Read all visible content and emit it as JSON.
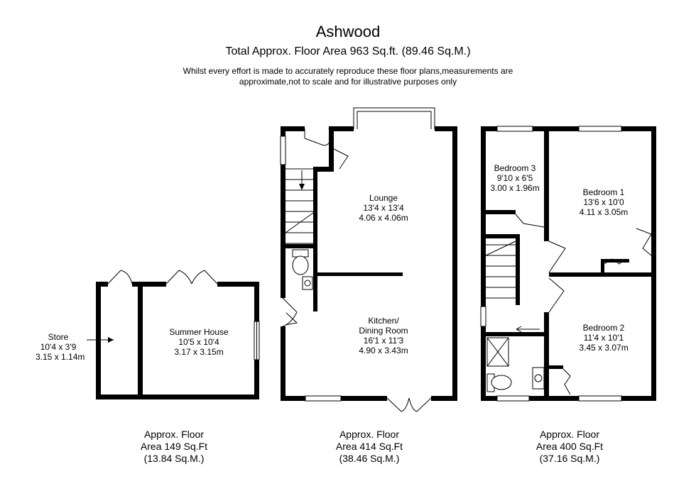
{
  "header": {
    "title": "Ashwood",
    "subtitle": "Total Approx. Floor Area 963 Sq.ft. (89.46 Sq.M.)",
    "disclaimer_line1": "Whilst every effort is made to accurately reproduce these floor plans,measurements are",
    "disclaimer_line2": "approximate,not to scale and for illustrative purposes only"
  },
  "outbuilding": {
    "store": {
      "name": "Store",
      "imperial": "10'4 x 3'9",
      "metric": "3.15 x 1.14m"
    },
    "summer_house": {
      "name": "Summer House",
      "imperial": "10'5 x 10'4",
      "metric": "3.17 x 3.15m"
    },
    "area": {
      "line1": "Approx. Floor",
      "line2": "Area 149 Sq.Ft",
      "line3": "(13.84 Sq.M.)"
    }
  },
  "ground_floor": {
    "lounge": {
      "name": "Lounge",
      "imperial": "13'4 x 13'4",
      "metric": "4.06 x 4.06m"
    },
    "kitchen": {
      "name_line1": "Kitchen/",
      "name_line2": "Dining Room",
      "imperial": "16'1 x 11'3",
      "metric": "4.90 x 3.43m"
    },
    "area": {
      "line1": "Approx. Floor",
      "line2": "Area 414 Sq.Ft",
      "line3": "(38.46 Sq.M.)"
    }
  },
  "first_floor": {
    "bedroom3": {
      "name": "Bedroom 3",
      "imperial": "9'10 x 6'5",
      "metric": "3.00 x 1.96m"
    },
    "bedroom1": {
      "name": "Bedroom 1",
      "imperial": "13'6 x 10'0",
      "metric": "4.11 x 3.05m"
    },
    "bedroom2": {
      "name": "Bedroom 2",
      "imperial": "11'4 x 10'1",
      "metric": "3.45 x 3.07m"
    },
    "area": {
      "line1": "Approx. Floor",
      "line2": "Area 400 Sq.Ft",
      "line3": "(37.16 Sq.M.)"
    }
  }
}
